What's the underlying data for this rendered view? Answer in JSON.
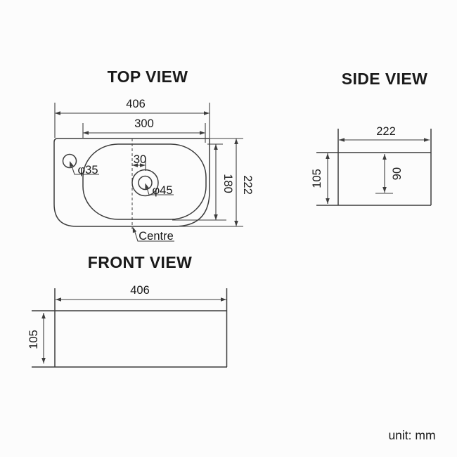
{
  "colors": {
    "line": "#3d3d3d",
    "dim": "#3d3d3d",
    "text": "#1a1a1a",
    "bg": "#fcfcfc"
  },
  "unit_note": "unit: mm",
  "top_view": {
    "title": "TOP VIEW",
    "overall_width": "406",
    "basin_width": "300",
    "overall_depth": "222",
    "basin_depth": "180",
    "drain_offset": "30",
    "faucet_hole_dia": "φ35",
    "drain_dia": "φ45",
    "centre_label": "Centre"
  },
  "side_view": {
    "title": "SIDE VIEW",
    "depth": "222",
    "height": "105",
    "drain_drop": "90"
  },
  "front_view": {
    "title": "FRONT VIEW",
    "width": "406",
    "height": "105"
  }
}
